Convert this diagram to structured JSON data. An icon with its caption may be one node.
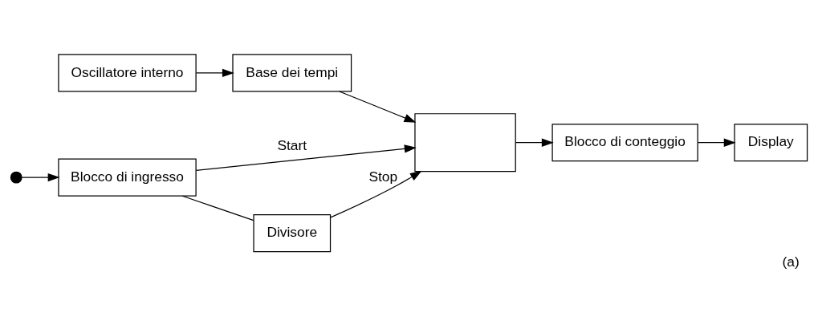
{
  "diagram": {
    "caption": "(a)",
    "nodes": [
      {
        "text": [
          "Oscillatore interno"
        ]
      },
      {
        "text": [
          "Base dei tempi"
        ]
      },
      {
        "text": [],
        "shape": "box"
      },
      {
        "text": [
          "Blocco di conteggio"
        ]
      },
      {
        "text": [
          "Display"
        ]
      },
      {
        "text": [
          "Blocco di ingresso"
        ]
      },
      {
        "text": [
          "Divisore"
        ]
      },
      {
        "text": [],
        "shape": "circle"
      }
    ],
    "edges": [
      {
        "from": 0,
        "to": 1,
        "arrow": "to"
      },
      {
        "from": 1,
        "to": 2,
        "arrow": "to"
      },
      {
        "from": 2,
        "to": 3,
        "arrow": "to"
      },
      {
        "from": 3,
        "to": 4,
        "arrow": "to"
      },
      {
        "from": 7,
        "to": 5,
        "arrow": "to"
      },
      {
        "from": 5,
        "to": 2,
        "arrow": "to",
        "label": "Start"
      },
      {
        "from": 5,
        "to": 6,
        "arrow": "none"
      },
      {
        "from": 6,
        "to": 2,
        "arrow": "to",
        "label": "Stop"
      }
    ]
  }
}
